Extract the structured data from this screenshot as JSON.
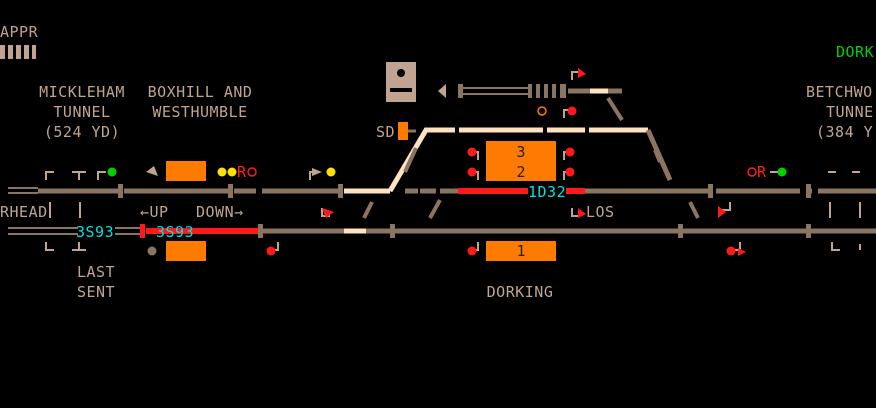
{
  "header": {
    "appr_label": "APPR",
    "dork_label": "DORK"
  },
  "locations": {
    "mickleham": [
      "MICKLEHAM",
      "TUNNEL",
      "(524 YD)"
    ],
    "boxhill": [
      "BOXHILL AND",
      "WESTHUMBLE"
    ],
    "betchworth": [
      "BETCHWO",
      "TUNNE",
      "(384 Y"
    ],
    "dorking": "DORKING",
    "last_sent": [
      "LAST",
      "SENT"
    ]
  },
  "labels": {
    "rhead": "RHEAD",
    "up": "←UP",
    "down": "DOWN→",
    "sd": "SD",
    "los": "LOS",
    "r_left": "R",
    "r_right": "R"
  },
  "berths": {
    "left_headcode": "3S93",
    "mid_headcode": "3S93",
    "platform_headcode": "1D32",
    "platform_3": "3",
    "platform_2": "2",
    "platform_1": "1"
  },
  "colors": {
    "track": "#8b7560",
    "track_lit": "#ffe2c0",
    "route_set": "#ff1a1a",
    "berth": "#ff7a00",
    "signal_green": "#00d000",
    "signal_yellow": "#ffe000",
    "signal_red": "#ff1a1a",
    "text": "#c0a48f"
  }
}
